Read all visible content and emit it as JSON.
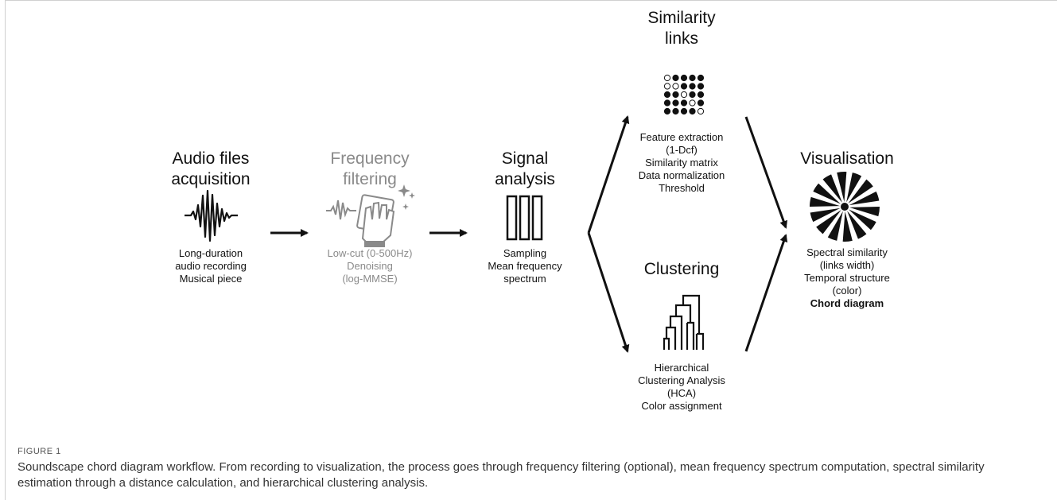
{
  "steps": {
    "audio": {
      "title": [
        "Audio files",
        "acquisition"
      ],
      "desc": [
        "Long-duration",
        "audio recording",
        "Musical piece"
      ]
    },
    "filter": {
      "title": [
        "Frequency",
        "filtering"
      ],
      "desc": [
        "Low-cut (0-500Hz)",
        "Denoising",
        "(log-MMSE)"
      ]
    },
    "signal": {
      "title": [
        "Signal",
        "analysis"
      ],
      "desc": [
        "Sampling",
        "Mean frequency",
        "spectrum"
      ]
    },
    "similarity": {
      "title": [
        "Similarity",
        "links"
      ],
      "desc": [
        "Feature extraction",
        "(1-Dcf)",
        "Similarity matrix",
        "Data normalization",
        "Threshold"
      ]
    },
    "clustering": {
      "title": [
        "Clustering"
      ],
      "desc": [
        "Hierarchical",
        "Clustering Analysis",
        "(HCA)",
        "Color assignment"
      ]
    },
    "visual": {
      "title": [
        "Visualisation"
      ],
      "desc": [
        "Spectral similarity",
        "(links width)",
        "Temporal structure",
        "(color)"
      ],
      "desc_bold": "Chord diagram"
    }
  },
  "colors": {
    "ink": "#111111",
    "muted": "#8a8a8a"
  },
  "icons": {
    "audio": "waveform-icon",
    "filter": "cleaning-hand-icon",
    "signal": "bars-icon",
    "similarity": "dot-matrix-icon",
    "clustering": "dendrogram-icon",
    "visual": "chord-wheel-icon"
  },
  "figure": {
    "label": "FIGURE 1",
    "caption": "Soundscape chord diagram workflow. From recording to visualization, the process goes through frequency filtering (optional), mean frequency spectrum computation, spectral similarity estimation through a distance calculation, and hierarchical clustering analysis."
  }
}
